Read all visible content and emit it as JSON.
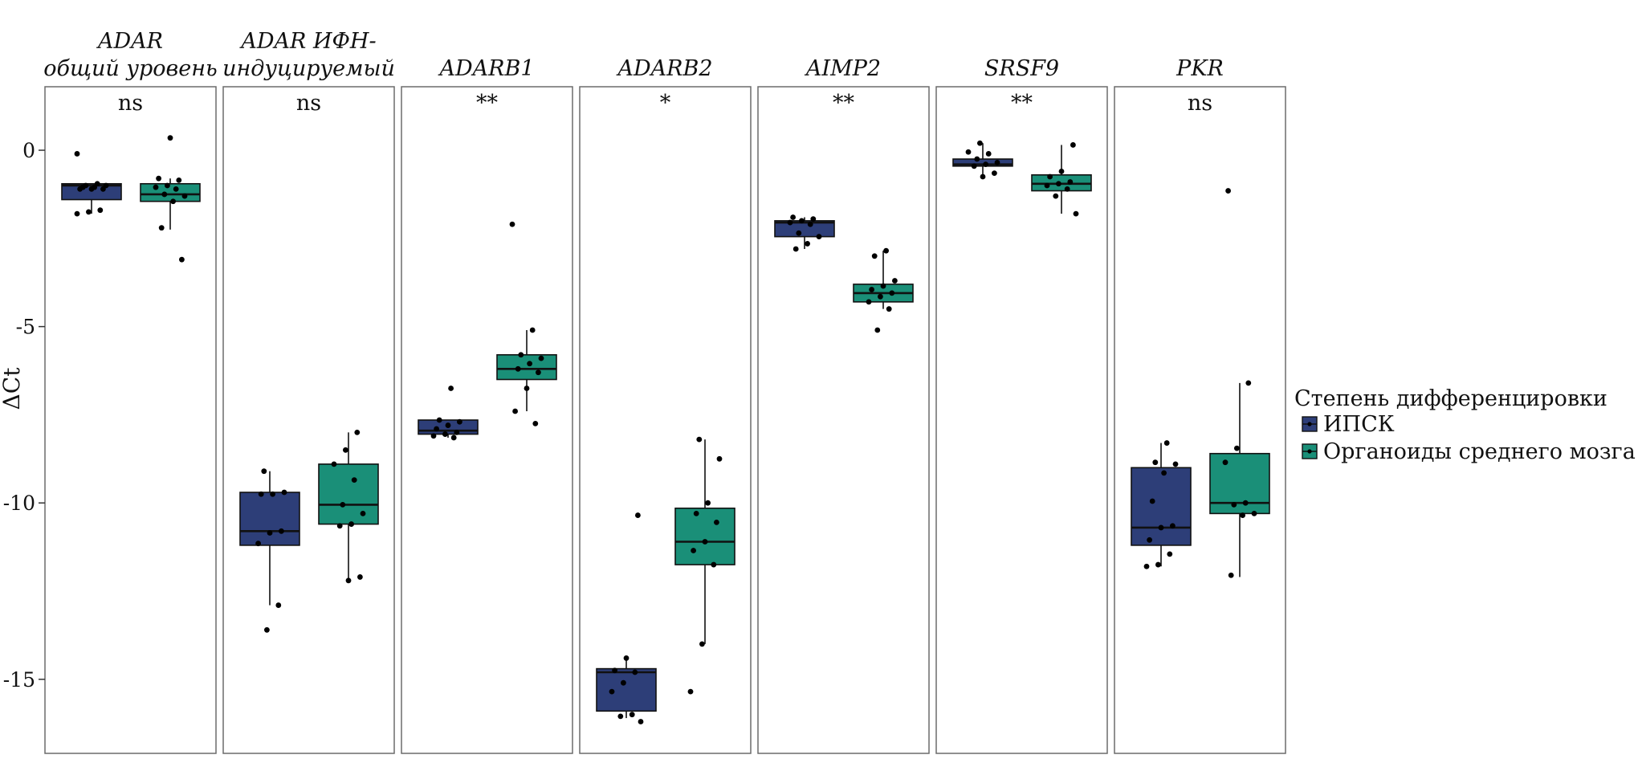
{
  "chart_data": {
    "type": "box",
    "ylabel": "ΔCt",
    "ylim": [
      -17.1,
      1.8
    ],
    "yticks": [
      0,
      -5,
      -10,
      -15
    ],
    "ytick_labels": [
      "0",
      "-5",
      "-10",
      "-15"
    ],
    "grid": false,
    "legend": {
      "title": "Степень дифференцировки",
      "placement": "right",
      "entries": [
        {
          "label": "ИПСК",
          "color": "#2d3e78"
        },
        {
          "label": "Органоиды среднего мозга",
          "color": "#1a8f78"
        }
      ]
    },
    "groups_order": [
      "ИПСК",
      "Органоиды среднего мозга"
    ],
    "facets": [
      {
        "title_lines": [
          "ADAR",
          "общий уровень"
        ],
        "significance": "ns",
        "boxes": [
          {
            "group": "ИПСК",
            "whisker_low": -1.8,
            "q1": -1.4,
            "median": -1.0,
            "q3": -0.95,
            "whisker_high": -0.95,
            "points": [
              -0.1,
              -0.95,
              -1.0,
              -1.0,
              -1.05,
              -1.05,
              -1.1,
              -1.1,
              -1.1,
              -1.7,
              -1.75,
              -1.8
            ]
          },
          {
            "group": "Органоиды среднего мозга",
            "whisker_low": -2.25,
            "q1": -1.45,
            "median": -1.25,
            "q3": -0.95,
            "whisker_high": -0.8,
            "points": [
              0.35,
              -0.8,
              -0.85,
              -1.0,
              -1.05,
              -1.1,
              -1.25,
              -1.3,
              -1.45,
              -2.2,
              -3.1
            ]
          }
        ]
      },
      {
        "title_lines": [
          "ADAR ИФН-",
          "индуцируемый"
        ],
        "significance": "ns",
        "boxes": [
          {
            "group": "ИПСК",
            "whisker_low": -12.9,
            "q1": -11.2,
            "median": -10.8,
            "q3": -9.7,
            "whisker_high": -9.1,
            "points": [
              -9.1,
              -9.7,
              -9.75,
              -9.75,
              -10.8,
              -10.85,
              -11.15,
              -12.9,
              -13.6
            ]
          },
          {
            "group": "Органоиды среднего мозга",
            "whisker_low": -12.2,
            "q1": -10.6,
            "median": -10.05,
            "q3": -8.9,
            "whisker_high": -8.0,
            "points": [
              -8.0,
              -8.5,
              -8.9,
              -9.35,
              -10.05,
              -10.3,
              -10.6,
              -10.65,
              -12.1,
              -12.2
            ]
          }
        ]
      },
      {
        "title_lines": [
          "ADARB1"
        ],
        "significance": "**",
        "boxes": [
          {
            "group": "ИПСК",
            "whisker_low": -8.15,
            "q1": -8.05,
            "median": -7.95,
            "q3": -7.65,
            "whisker_high": -7.65,
            "points": [
              -6.75,
              -7.65,
              -7.7,
              -7.8,
              -7.9,
              -8.0,
              -8.05,
              -8.1,
              -8.15
            ]
          },
          {
            "group": "Органоиды среднего мозга",
            "whisker_low": -7.4,
            "q1": -6.5,
            "median": -6.2,
            "q3": -5.8,
            "whisker_high": -5.1,
            "points": [
              -2.1,
              -5.1,
              -5.8,
              -5.9,
              -6.05,
              -6.2,
              -6.3,
              -6.75,
              -7.4,
              -7.75
            ]
          }
        ]
      },
      {
        "title_lines": [
          "ADARB2"
        ],
        "significance": "*",
        "boxes": [
          {
            "group": "ИПСК",
            "whisker_low": -16.1,
            "q1": -15.9,
            "median": -14.8,
            "q3": -14.7,
            "whisker_high": -14.4,
            "points": [
              -10.35,
              -14.4,
              -14.75,
              -14.8,
              -15.1,
              -15.35,
              -16.0,
              -16.05,
              -16.2
            ]
          },
          {
            "group": "Органоиды среднего мозга",
            "whisker_low": -14.0,
            "q1": -11.75,
            "median": -11.1,
            "q3": -10.15,
            "whisker_high": -8.2,
            "points": [
              -8.2,
              -8.75,
              -10.0,
              -10.3,
              -10.55,
              -11.1,
              -11.35,
              -11.75,
              -14.0,
              -15.35
            ]
          }
        ]
      },
      {
        "title_lines": [
          "AIMP2"
        ],
        "significance": "**",
        "boxes": [
          {
            "group": "ИПСК",
            "whisker_low": -2.8,
            "q1": -2.45,
            "median": -2.05,
            "q3": -2.0,
            "whisker_high": -1.9,
            "points": [
              -1.9,
              -1.95,
              -2.0,
              -2.05,
              -2.1,
              -2.35,
              -2.45,
              -2.65,
              -2.8
            ]
          },
          {
            "group": "Органоиды среднего мозга",
            "whisker_low": -4.5,
            "q1": -4.3,
            "median": -4.05,
            "q3": -3.8,
            "whisker_high": -2.85,
            "points": [
              -2.85,
              -3.0,
              -3.7,
              -3.85,
              -3.95,
              -4.05,
              -4.15,
              -4.3,
              -4.5,
              -5.1
            ]
          }
        ]
      },
      {
        "title_lines": [
          "SRSF9"
        ],
        "significance": "**",
        "boxes": [
          {
            "group": "ИПСК",
            "whisker_low": -0.7,
            "q1": -0.45,
            "median": -0.4,
            "q3": -0.25,
            "whisker_high": 0.2,
            "points": [
              0.2,
              -0.05,
              -0.1,
              -0.25,
              -0.35,
              -0.4,
              -0.45,
              -0.65,
              -0.75
            ]
          },
          {
            "group": "Органоиды среднего мозга",
            "whisker_low": -1.8,
            "q1": -1.15,
            "median": -0.95,
            "q3": -0.7,
            "whisker_high": 0.15,
            "points": [
              0.15,
              -0.6,
              -0.75,
              -0.9,
              -0.95,
              -1.0,
              -1.1,
              -1.3,
              -1.8
            ]
          }
        ]
      },
      {
        "title_lines": [
          "PKR"
        ],
        "significance": "ns",
        "boxes": [
          {
            "group": "ИПСК",
            "whisker_low": -11.8,
            "q1": -11.2,
            "median": -10.7,
            "q3": -9.0,
            "whisker_high": -8.3,
            "points": [
              -8.3,
              -8.85,
              -8.9,
              -9.15,
              -9.95,
              -10.65,
              -10.7,
              -11.05,
              -11.45,
              -11.75,
              -11.8
            ]
          },
          {
            "group": "Органоиды среднего мозга",
            "whisker_low": -12.1,
            "q1": -10.3,
            "median": -10.0,
            "q3": -8.6,
            "whisker_high": -6.6,
            "points": [
              -1.15,
              -6.6,
              -8.45,
              -8.85,
              -10.0,
              -10.05,
              -10.3,
              -10.35,
              -12.05
            ]
          }
        ]
      }
    ]
  }
}
